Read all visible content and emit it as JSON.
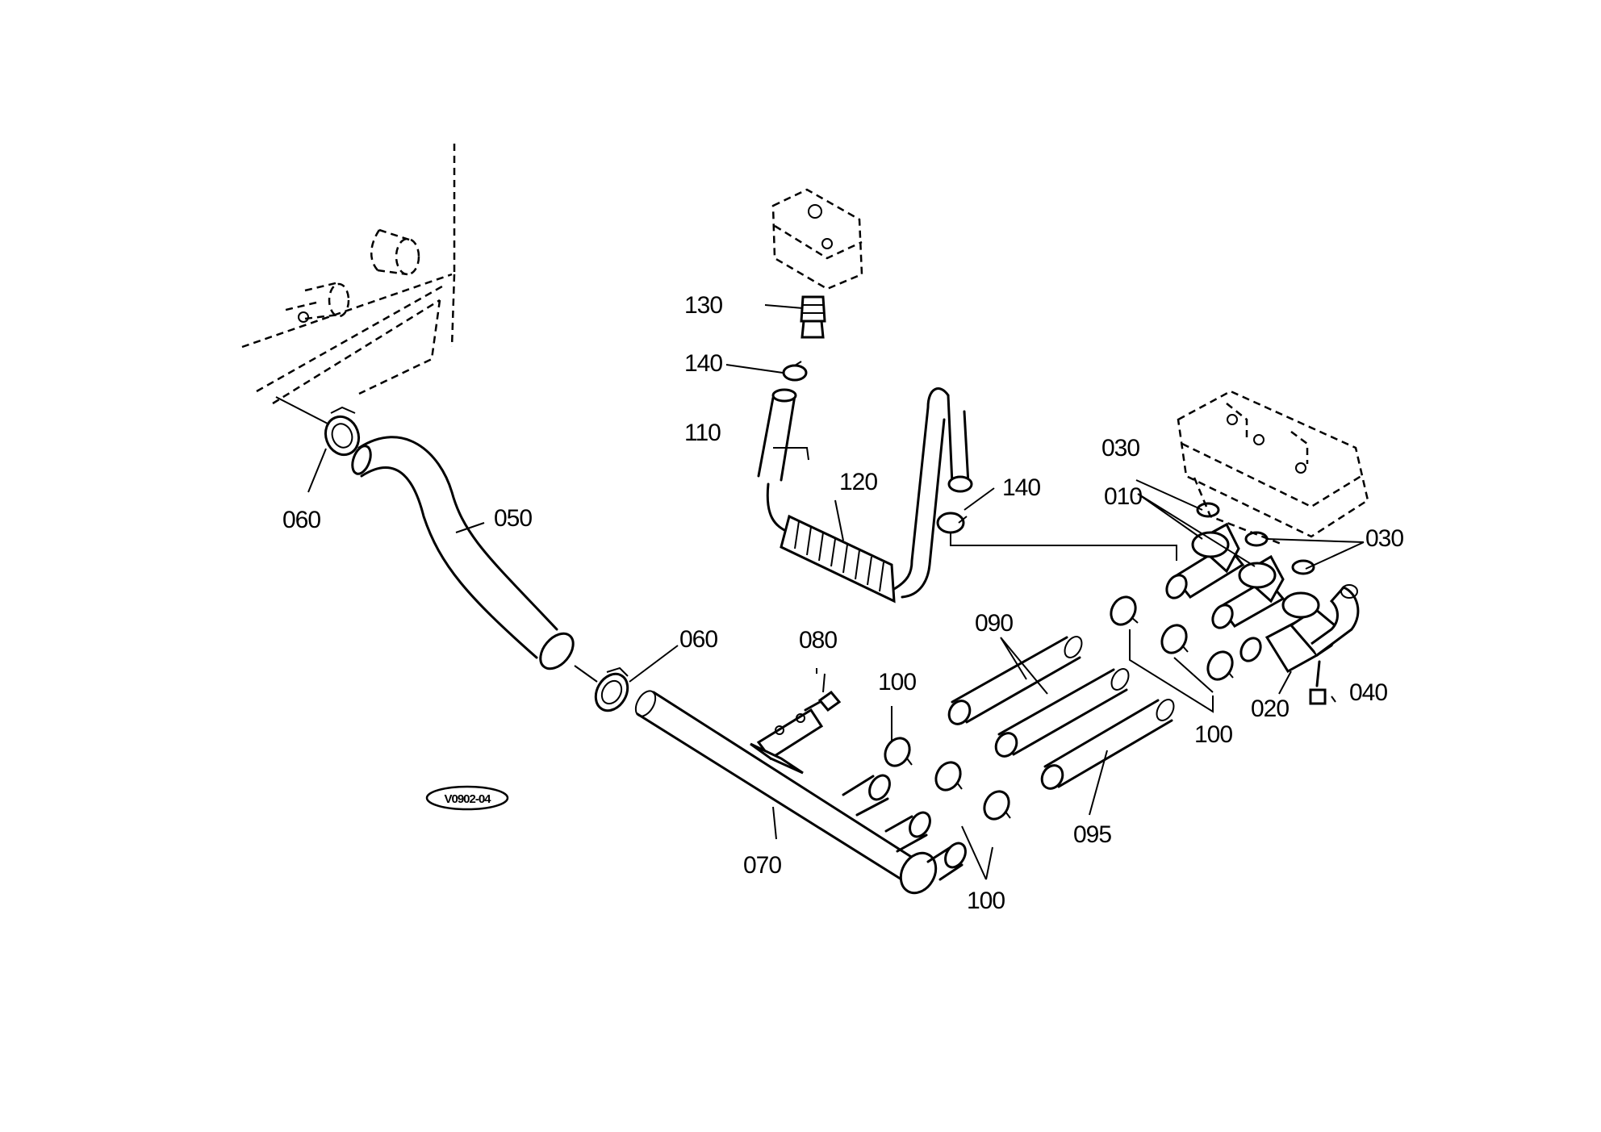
{
  "diagram": {
    "reference_code": "V0902-04",
    "callouts": {
      "p010": "010",
      "p020": "020",
      "p030a": "030",
      "p030b": "030",
      "p040": "040",
      "p050": "050",
      "p060a": "060",
      "p060b": "060",
      "p070": "070",
      "p080": "080",
      "p090": "090",
      "p095": "095",
      "p100a": "100",
      "p100b": "100",
      "p100c": "100",
      "p110": "110",
      "p120": "120",
      "p130": "130",
      "p140a": "140",
      "p140b": "140"
    }
  }
}
